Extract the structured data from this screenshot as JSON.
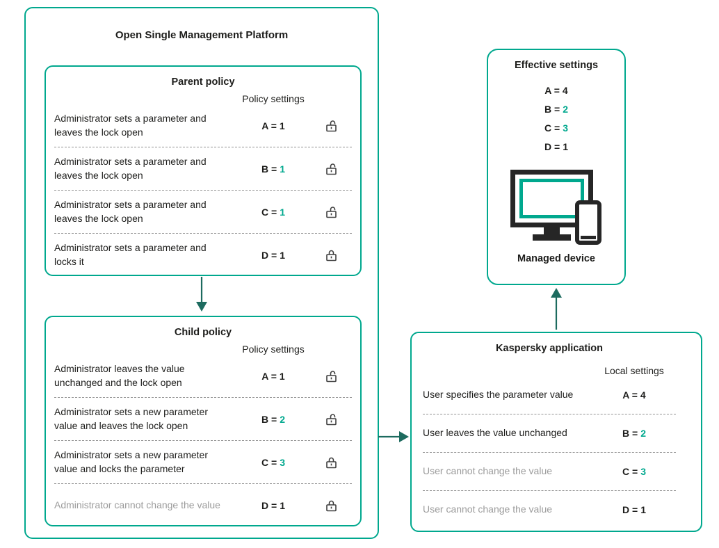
{
  "colors": {
    "accent_teal": "#00A88E",
    "arrow": "#1D6B5F",
    "text": "#1D1D1B",
    "muted_text": "#9B9B9B",
    "lock_icon": "#3F3F3F",
    "device_icon": "#262626"
  },
  "osmp": {
    "title": "Open Single Management Platform"
  },
  "parent": {
    "title": "Parent policy",
    "header": "Policy settings",
    "rows": [
      {
        "desc": "Administrator sets a parameter and leaves the lock open",
        "param": "A =",
        "value": "1",
        "teal": false,
        "lock": "open",
        "muted": false
      },
      {
        "desc": "Administrator sets a parameter and leaves the lock open",
        "param": "B =",
        "value": "1",
        "teal": true,
        "lock": "open",
        "muted": false
      },
      {
        "desc": "Administrator sets a parameter and leaves the lock open",
        "param": "C =",
        "value": "1",
        "teal": true,
        "lock": "open",
        "muted": false
      },
      {
        "desc": "Administrator sets a parameter and locks it",
        "param": "D =",
        "value": "1",
        "teal": false,
        "lock": "closed",
        "muted": false
      }
    ]
  },
  "child": {
    "title": "Child policy",
    "header": "Policy settings",
    "rows": [
      {
        "desc": "Administrator leaves the value unchanged and the lock open",
        "param": "A =",
        "value": "1",
        "teal": false,
        "lock": "open",
        "muted": false
      },
      {
        "desc": "Administrator sets a new parameter value and leaves the lock open",
        "param": "B =",
        "value": "2",
        "teal": true,
        "lock": "open",
        "muted": false
      },
      {
        "desc": "Administrator sets a new parameter value and locks the parameter",
        "param": "C =",
        "value": "3",
        "teal": true,
        "lock": "closed",
        "muted": false
      },
      {
        "desc": "Administrator cannot change the value",
        "param": "D =",
        "value": "1",
        "teal": false,
        "lock": "closed",
        "muted": true
      }
    ]
  },
  "app": {
    "title": "Kaspersky application",
    "header": "Local settings",
    "rows": [
      {
        "desc": "User specifies the parameter value",
        "param": "A =",
        "value": "4",
        "teal": false,
        "muted": false
      },
      {
        "desc": "User leaves the value unchanged",
        "param": "B =",
        "value": "2",
        "teal": true,
        "muted": false
      },
      {
        "desc": "User cannot change the value",
        "param": "C =",
        "value": "3",
        "teal": true,
        "muted": true
      },
      {
        "desc": "User cannot change the value",
        "param": "D =",
        "value": "1",
        "teal": false,
        "muted": true
      }
    ]
  },
  "effective": {
    "title": "Effective settings",
    "items": [
      {
        "param": "A =",
        "value": "4",
        "teal": false
      },
      {
        "param": "B =",
        "value": "2",
        "teal": true
      },
      {
        "param": "C =",
        "value": "3",
        "teal": true
      },
      {
        "param": "D =",
        "value": "1",
        "teal": false
      }
    ],
    "device_label": "Managed device"
  }
}
